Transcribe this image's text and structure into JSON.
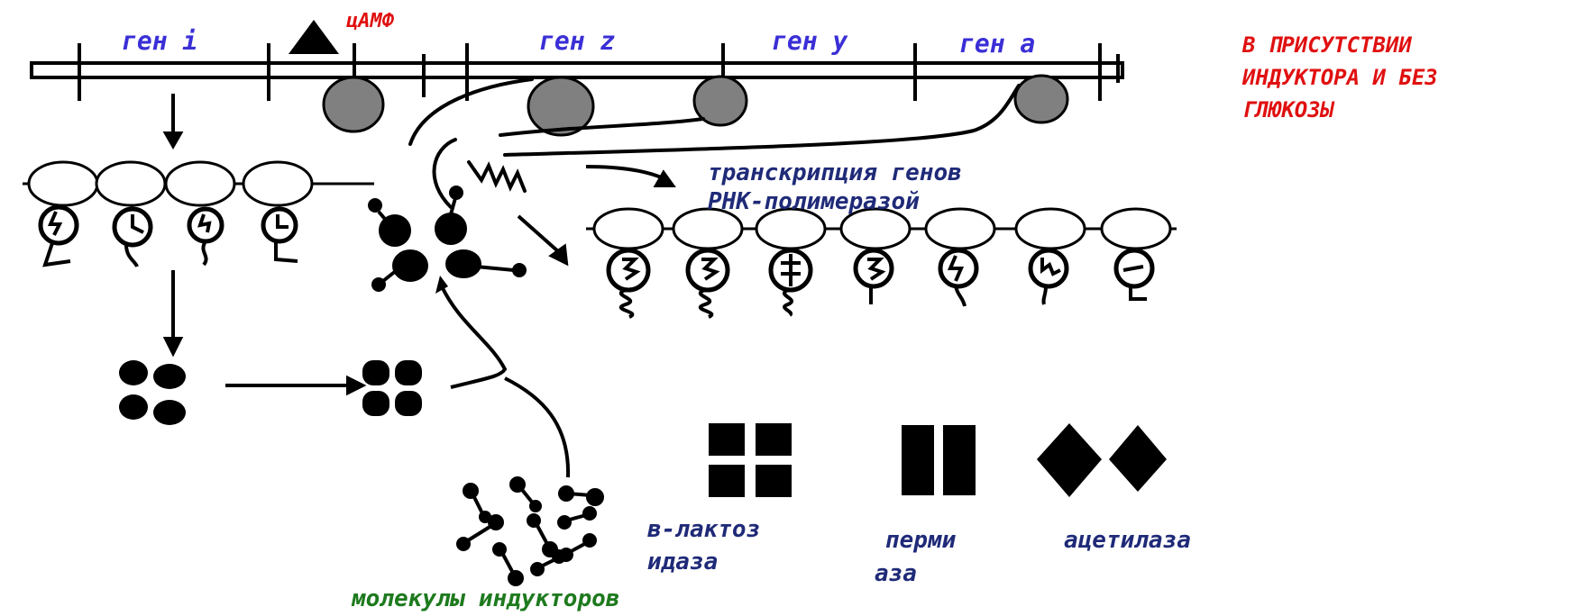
{
  "labels": {
    "gene_i": "ген i",
    "camp": "цАМФ",
    "gene_z": "ген z",
    "gene_y": "ген y",
    "gene_a": "ген a",
    "condition_line1": "В ПРИСУТСТВИИ",
    "condition_line2": "ИНДУКТОРА И БЕЗ",
    "condition_line3": "ГЛЮКОЗЫ",
    "transcription_line1": "транскрипция генов",
    "transcription_line2": "РНК-полимеразой",
    "galactosidase_line1": "в-лактоз",
    "galactosidase_line2": "идаза",
    "permease_line1": "перми",
    "permease_line2": "аза",
    "acetylase": "ацетилаза",
    "inducers": "молекулы индукторов"
  },
  "colors": {
    "gene_labels": "#3a2fd6",
    "red_labels": "#e01010",
    "navy_labels": "#1f2a78",
    "green_labels": "#1e7a1e",
    "polymerase_fill": "#808080"
  }
}
